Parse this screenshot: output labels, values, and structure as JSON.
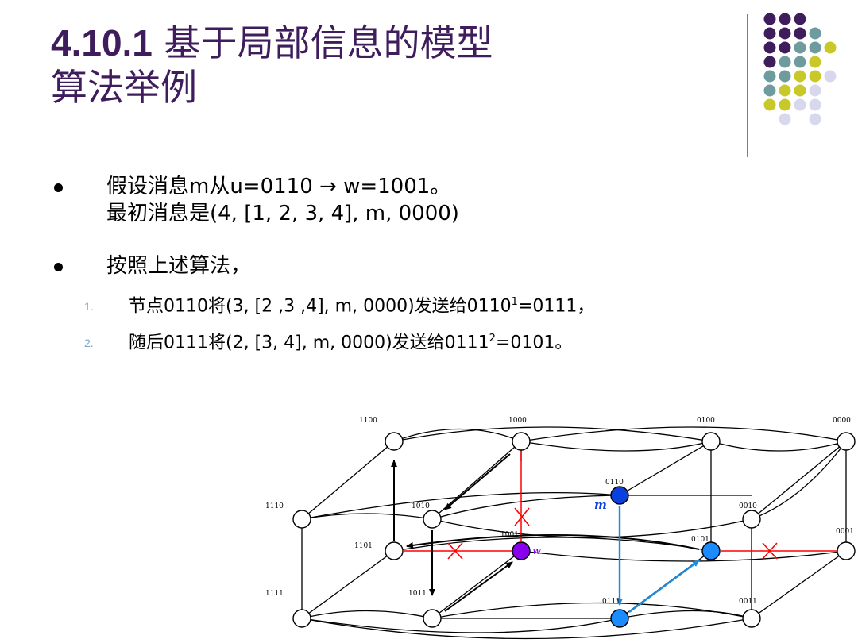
{
  "slide": {
    "title_num": "4.10.1",
    "title_line1": " 基于局部信息的模型",
    "title_line2": "算法举例"
  },
  "bullets": {
    "b1_line1": "假设消息m从u=0110 → w=1001。",
    "b1_line2": "最初消息是(4, [1, 2, 3, 4], m, 0000)",
    "b2": "按照上述算法，",
    "steps": [
      {
        "num": "1.",
        "pre": "节点0110将(3, [2 ,3 ,4], m, 0000)发送给0110",
        "sup": "1",
        "post": "=0111，"
      },
      {
        "num": "2.",
        "pre": "随后0111将(2, [3, 4], m, 0000)发送给0111",
        "sup": "2",
        "post": "=0101。"
      }
    ]
  },
  "diagram": {
    "node_labels": [
      "1100",
      "1000",
      "0100",
      "0000",
      "1110",
      "1010",
      "0110",
      "0010",
      "1101",
      "1001",
      "0101",
      "0001",
      "1111",
      "1011",
      "0111",
      "0011"
    ],
    "m_label": "m",
    "w_label": "w",
    "colors": {
      "purple_node": "#8800ee",
      "blue_node": "#0a3fe0",
      "light_blue_node": "#1a8cff",
      "red": "#ff0000",
      "path_blue": "#1a8ce0"
    }
  },
  "decor": {
    "dot_colors": {
      "purple": "#3f1d5c",
      "teal": "#6e9b9e",
      "yellow": "#c8c828",
      "lilac": "#d7d7ee"
    }
  }
}
